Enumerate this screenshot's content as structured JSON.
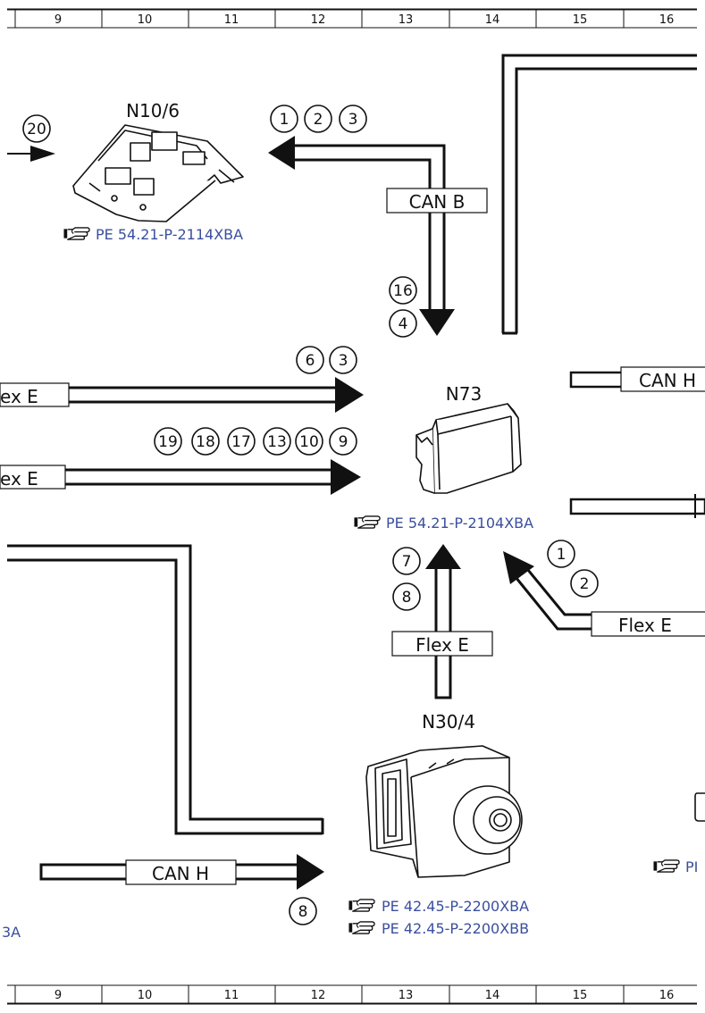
{
  "grid": {
    "columns": [
      "9",
      "10",
      "11",
      "12",
      "13",
      "14",
      "15",
      "16"
    ]
  },
  "components": {
    "n10_6": {
      "label": "N10/6",
      "refs": [
        "PE 54.21-P-2114XBA"
      ]
    },
    "n73": {
      "label": "N73",
      "refs": [
        "PE 54.21-P-2104XBA"
      ]
    },
    "n30_4": {
      "label": "N30/4",
      "refs": [
        "PE 42.45-P-2200XBA",
        "PE 42.45-P-2200XBB"
      ]
    },
    "right_partial_ref": "PI",
    "left_partial_ref": "3A"
  },
  "bus_labels": {
    "can_b": "CAN B",
    "can_h_right": "CAN H",
    "flex_e_left_top": "ex E",
    "flex_e_left_mid": "ex E",
    "flex_e_right": "Flex E",
    "flex_e_center": "Flex E",
    "can_h_bottom": "CAN H"
  },
  "markers": {
    "n10_6_input": [
      "20"
    ],
    "n10_6_output": [
      "1",
      "2",
      "3"
    ],
    "can_b_down": [
      "16",
      "4"
    ],
    "flex_top": [
      "6",
      "3"
    ],
    "flex_mid": [
      "19",
      "18",
      "17",
      "13",
      "10",
      "9"
    ],
    "flex_right": [
      "1",
      "2"
    ],
    "flex_center": [
      "7",
      "8"
    ],
    "can_h_bottom": [
      "8"
    ]
  },
  "colors": {
    "line": "#111111",
    "reference_link": "#3a4f9e"
  },
  "icons": {
    "reference": "pointing-hand-icon"
  }
}
